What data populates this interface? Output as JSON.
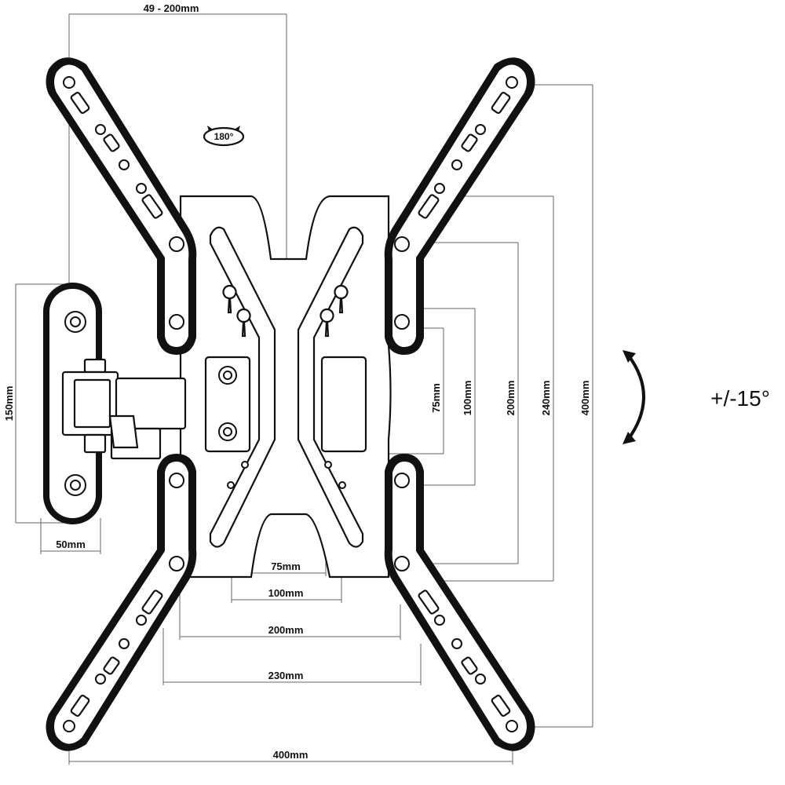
{
  "labels": {
    "vesa_width_range": "49 - 200mm",
    "rotation": "180°",
    "tilt": "+/-15°",
    "wall_height": "150mm",
    "wall_width": "50mm",
    "h_75": "75mm",
    "h_100": "100mm",
    "h_200": "200mm",
    "h_230": "230mm",
    "h_400": "400mm",
    "v_75": "75mm",
    "v_100": "100mm",
    "v_200": "200mm",
    "v_240": "240mm",
    "v_400": "400mm"
  },
  "colors": {
    "ink": "#111111",
    "dimension_line": "#666666",
    "background": "#ffffff"
  }
}
